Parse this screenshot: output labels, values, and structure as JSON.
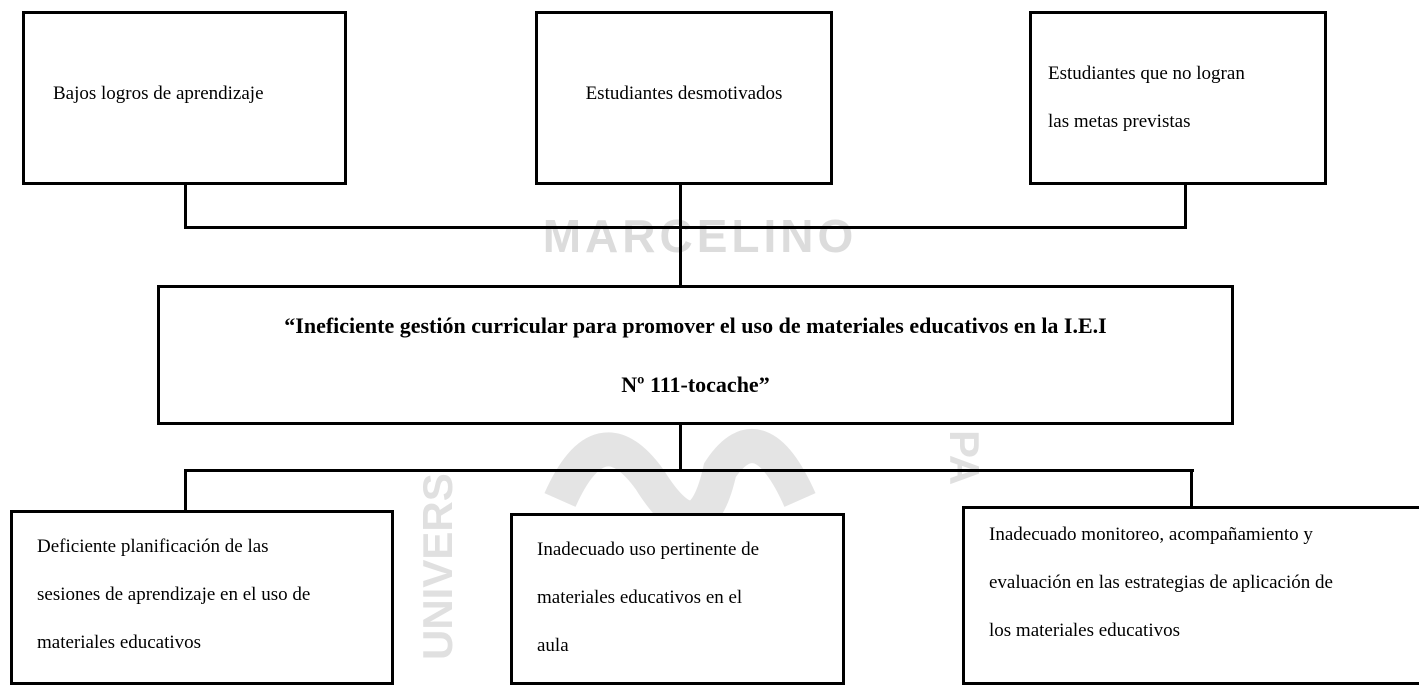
{
  "watermark": {
    "word": "MARCELINO",
    "left_letters": "UNIVERS",
    "right_letters": "PA",
    "color": "#dcdcdc"
  },
  "effects": [
    "Bajos logros de aprendizaje",
    "Estudiantes desmotivados",
    [
      "Estudiantes que no logran",
      "las metas previstas"
    ]
  ],
  "problem": {
    "line1": "“Ineficiente  gestión curricular para promover el uso de materiales educativos en la I.E.I",
    "line2": "Nº 111-tocache”"
  },
  "causes": [
    [
      "Deficiente planificación de las",
      "sesiones de aprendizaje en el uso de",
      "materiales educativos"
    ],
    [
      "Inadecuado uso pertinente de",
      "materiales educativos en el",
      "aula"
    ],
    [
      "Inadecuado monitoreo, acompañamiento y",
      "evaluación  en las estrategias de aplicación de",
      "los materiales educativos"
    ]
  ]
}
